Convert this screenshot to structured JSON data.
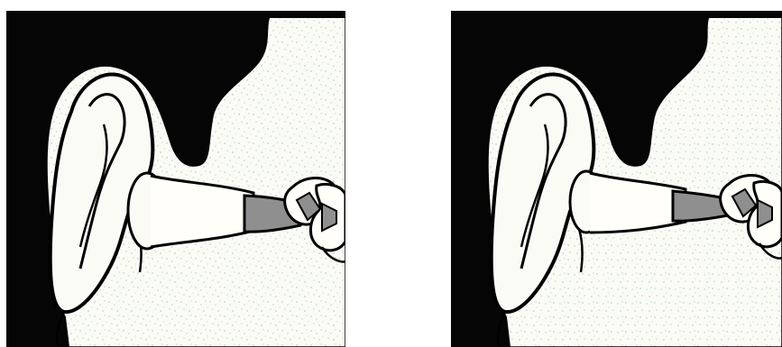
{
  "figure": {
    "panels": [
      {
        "id": "left",
        "depicts": "ear-with-canal"
      },
      {
        "id": "right",
        "depicts": "ear-with-canal-narrowed"
      }
    ],
    "colors": {
      "paper": "#fbfbf6",
      "ink": "#000000",
      "hair": "#050505",
      "speckle": "#b9d8be",
      "canal_gray": "#8f8f8f",
      "canal_light": "#fffef8"
    }
  }
}
